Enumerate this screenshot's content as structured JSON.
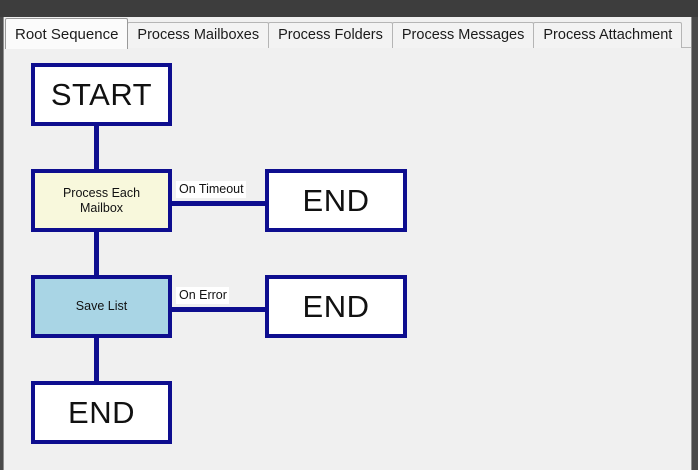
{
  "window": {
    "title": "Root Sequence"
  },
  "tabs": [
    {
      "label": "Root Sequence",
      "active": true
    },
    {
      "label": "Process Mailboxes",
      "active": false
    },
    {
      "label": "Process Folders",
      "active": false
    },
    {
      "label": "Process Messages",
      "active": false
    },
    {
      "label": "Process Attachment",
      "active": false
    }
  ],
  "diagram": {
    "nodes": [
      {
        "id": "start",
        "label": "START",
        "kind": "terminal",
        "fill": "#ffffff"
      },
      {
        "id": "process",
        "label": "Process Each\nMailbox",
        "kind": "step",
        "fill": "#f8f8dc"
      },
      {
        "id": "end_timeout",
        "label": "END",
        "kind": "terminal",
        "fill": "#ffffff"
      },
      {
        "id": "save",
        "label": "Save List",
        "kind": "step",
        "fill": "#a9d5e5"
      },
      {
        "id": "end_error",
        "label": "END",
        "kind": "terminal",
        "fill": "#ffffff"
      },
      {
        "id": "end_final",
        "label": "END",
        "kind": "terminal",
        "fill": "#ffffff"
      }
    ],
    "edges": [
      {
        "id": "e1",
        "from": "start",
        "to": "process",
        "label": ""
      },
      {
        "id": "e2",
        "from": "process",
        "to": "end_timeout",
        "label": "On Timeout"
      },
      {
        "id": "e3",
        "from": "process",
        "to": "save",
        "label": ""
      },
      {
        "id": "e4",
        "from": "save",
        "to": "end_error",
        "label": "On Error"
      },
      {
        "id": "e5",
        "from": "save",
        "to": "end_final",
        "label": ""
      }
    ],
    "colors": {
      "border": "#0e0e8f",
      "connector": "#0e0e8f",
      "canvas_background": "#f0f0f0",
      "process_fill": "#f8f8dc",
      "save_fill": "#a9d5e5"
    },
    "labels": {
      "start": "START",
      "process_line1": "Process Each",
      "process_line2": "Mailbox",
      "end_timeout": "END",
      "save": "Save List",
      "end_error": "END",
      "end_final": "END",
      "on_timeout": "On Timeout",
      "on_error": "On Error"
    }
  }
}
